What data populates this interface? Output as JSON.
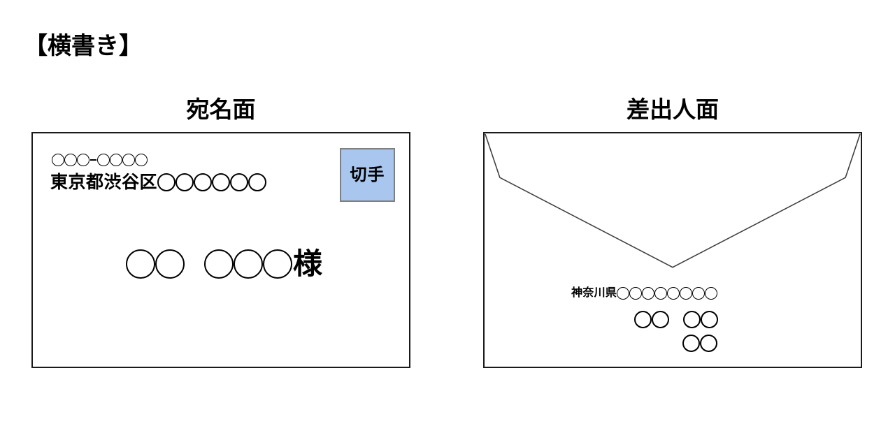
{
  "title": "【横書き】",
  "panels": [
    {
      "id": "address-side",
      "heading": "宛名面",
      "postal": {
        "group1_circles": 3,
        "separator": "-",
        "group2_circles": 4
      },
      "address": {
        "prefix_text": "東京都渋谷区",
        "circles": 6
      },
      "stamp": {
        "label": "切手",
        "fill_color": "#a8c6ee",
        "border_color": "#7f7f7f"
      },
      "recipient": {
        "family_circles": 2,
        "given_circles": 3,
        "honorific": "様"
      }
    },
    {
      "id": "sender-side",
      "heading": "差出人面",
      "flap": true,
      "address": {
        "prefix_text": "神奈川県",
        "circles": 8
      },
      "sender_name_lines": [
        {
          "groups": [
            2,
            2
          ]
        },
        {
          "groups": [
            2
          ]
        }
      ]
    }
  ],
  "colors": {
    "ink": "#000000",
    "envelope_border": "#1a1a1a",
    "flap_line": "#404040",
    "stamp_fill": "#a8c6ee",
    "stamp_border": "#7f7f7f",
    "background": "#ffffff"
  }
}
